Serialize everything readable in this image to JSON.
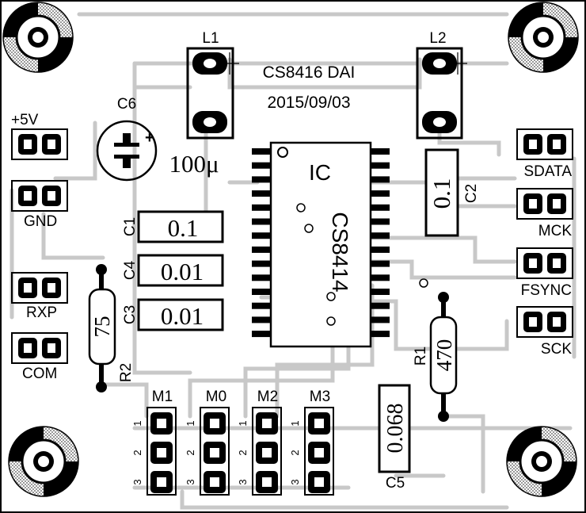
{
  "board": {
    "title": "CS8416 DAI",
    "date": "2015/09/03"
  },
  "ic": {
    "label": "IC",
    "part": "CS8414"
  },
  "inductors": [
    {
      "ref": "L1"
    },
    {
      "ref": "L2"
    }
  ],
  "capacitors": {
    "c1": {
      "ref": "C1",
      "value": "0.1"
    },
    "c2": {
      "ref": "C2",
      "value": "0.1"
    },
    "c3": {
      "ref": "C3",
      "value": "0.01"
    },
    "c4": {
      "ref": "C4",
      "value": "0.01"
    },
    "c5": {
      "ref": "C5",
      "value": "0.068"
    },
    "c6": {
      "ref": "C6",
      "value": "100μ"
    }
  },
  "resistors": {
    "r1": {
      "ref": "R1",
      "value": "470"
    },
    "r2": {
      "ref": "R2",
      "value": "75"
    }
  },
  "left_connectors": {
    "pwr": "+5V",
    "gnd": "GND",
    "rxp": "RXP",
    "com": "COM"
  },
  "right_connectors": {
    "sdata": "SDATA",
    "mck": "MCK",
    "fsync": "FSYNC",
    "sck": "SCK"
  },
  "mode_headers": [
    {
      "label": "M1"
    },
    {
      "label": "M0"
    },
    {
      "label": "M2"
    },
    {
      "label": "M3"
    }
  ],
  "pin_numbers": {
    "p1": "1",
    "p2": "2",
    "p3": "3"
  }
}
